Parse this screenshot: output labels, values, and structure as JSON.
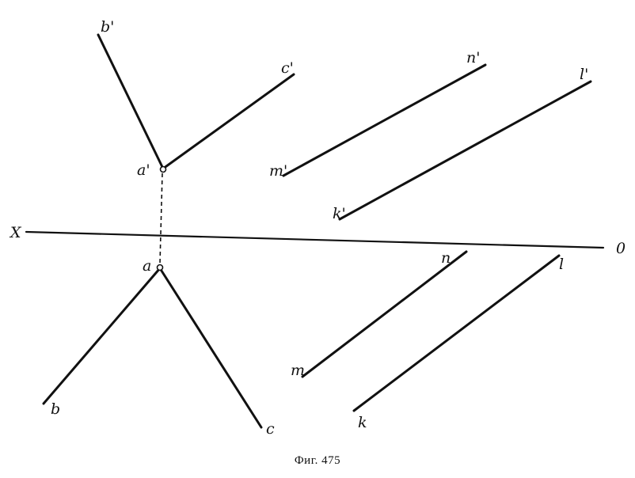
{
  "labels": {
    "b_prime": "b'",
    "c_prime": "c'",
    "a_prime": "a'",
    "n_prime": "n'",
    "l_prime": "l'",
    "m_prime": "m'",
    "k_prime": "k'",
    "axis_x": "X",
    "axis_o": "0",
    "a": "a",
    "n": "n",
    "l": "l",
    "m": "m",
    "b": "b",
    "c": "c",
    "k": "k"
  },
  "caption": "Фиг. 475"
}
